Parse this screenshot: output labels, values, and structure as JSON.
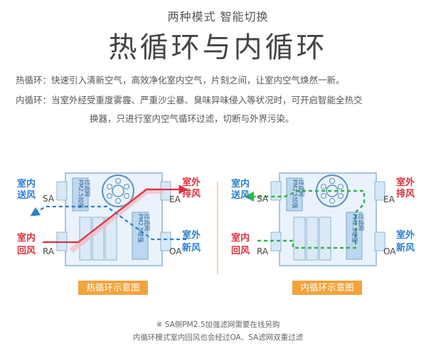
{
  "header": {
    "subtitle": "两种模式 智能切换",
    "title": "热循环与内循环"
  },
  "description": {
    "line1": "热循环：快速引入清新空气，高效净化室内空气，片刻之间，让室内空气焕然一新。",
    "line2": "内循环：当室外经受重度雾霾、严重沙尘暴、臭味异味侵入等状况时，可开启智能全热交",
    "line3": "换器，只进行室内空气循环过滤，切断与外界污染。"
  },
  "diagrams": {
    "common": {
      "indoor_supply_1": "室内",
      "indoor_supply_2": "送风",
      "sa": "SA",
      "indoor_return_1": "室内",
      "indoor_return_2": "回风",
      "ra": "RA",
      "outdoor_exhaust_1": "室外",
      "outdoor_exhaust_2": "排风",
      "ea": "EA",
      "outdoor_fresh_1": "室外",
      "outdoor_fresh_2": "新风",
      "oa": "OA",
      "pm25_filter_1": "PM2.5加强",
      "pm25_filter_2": "过滤网",
      "pm25_enh_1": "PM2.5增强",
      "pm25_enh_2": "过滤网"
    },
    "hot_cycle_caption": "热循环示意图",
    "inner_cycle_caption": "内循环示意图"
  },
  "notes": {
    "line1": "※ SA侧PM2.5加强滤网需要在线另购",
    "line2": "内循环模式室内回风也会经过OA、SA滤网双重过滤"
  },
  "colors": {
    "blue": "#2c7fd0",
    "red": "#e0303e",
    "green": "#33b54a",
    "orange": "#f2a33b",
    "device_fill": "#d6e8f7",
    "device_stroke": "#8fb3d3"
  }
}
